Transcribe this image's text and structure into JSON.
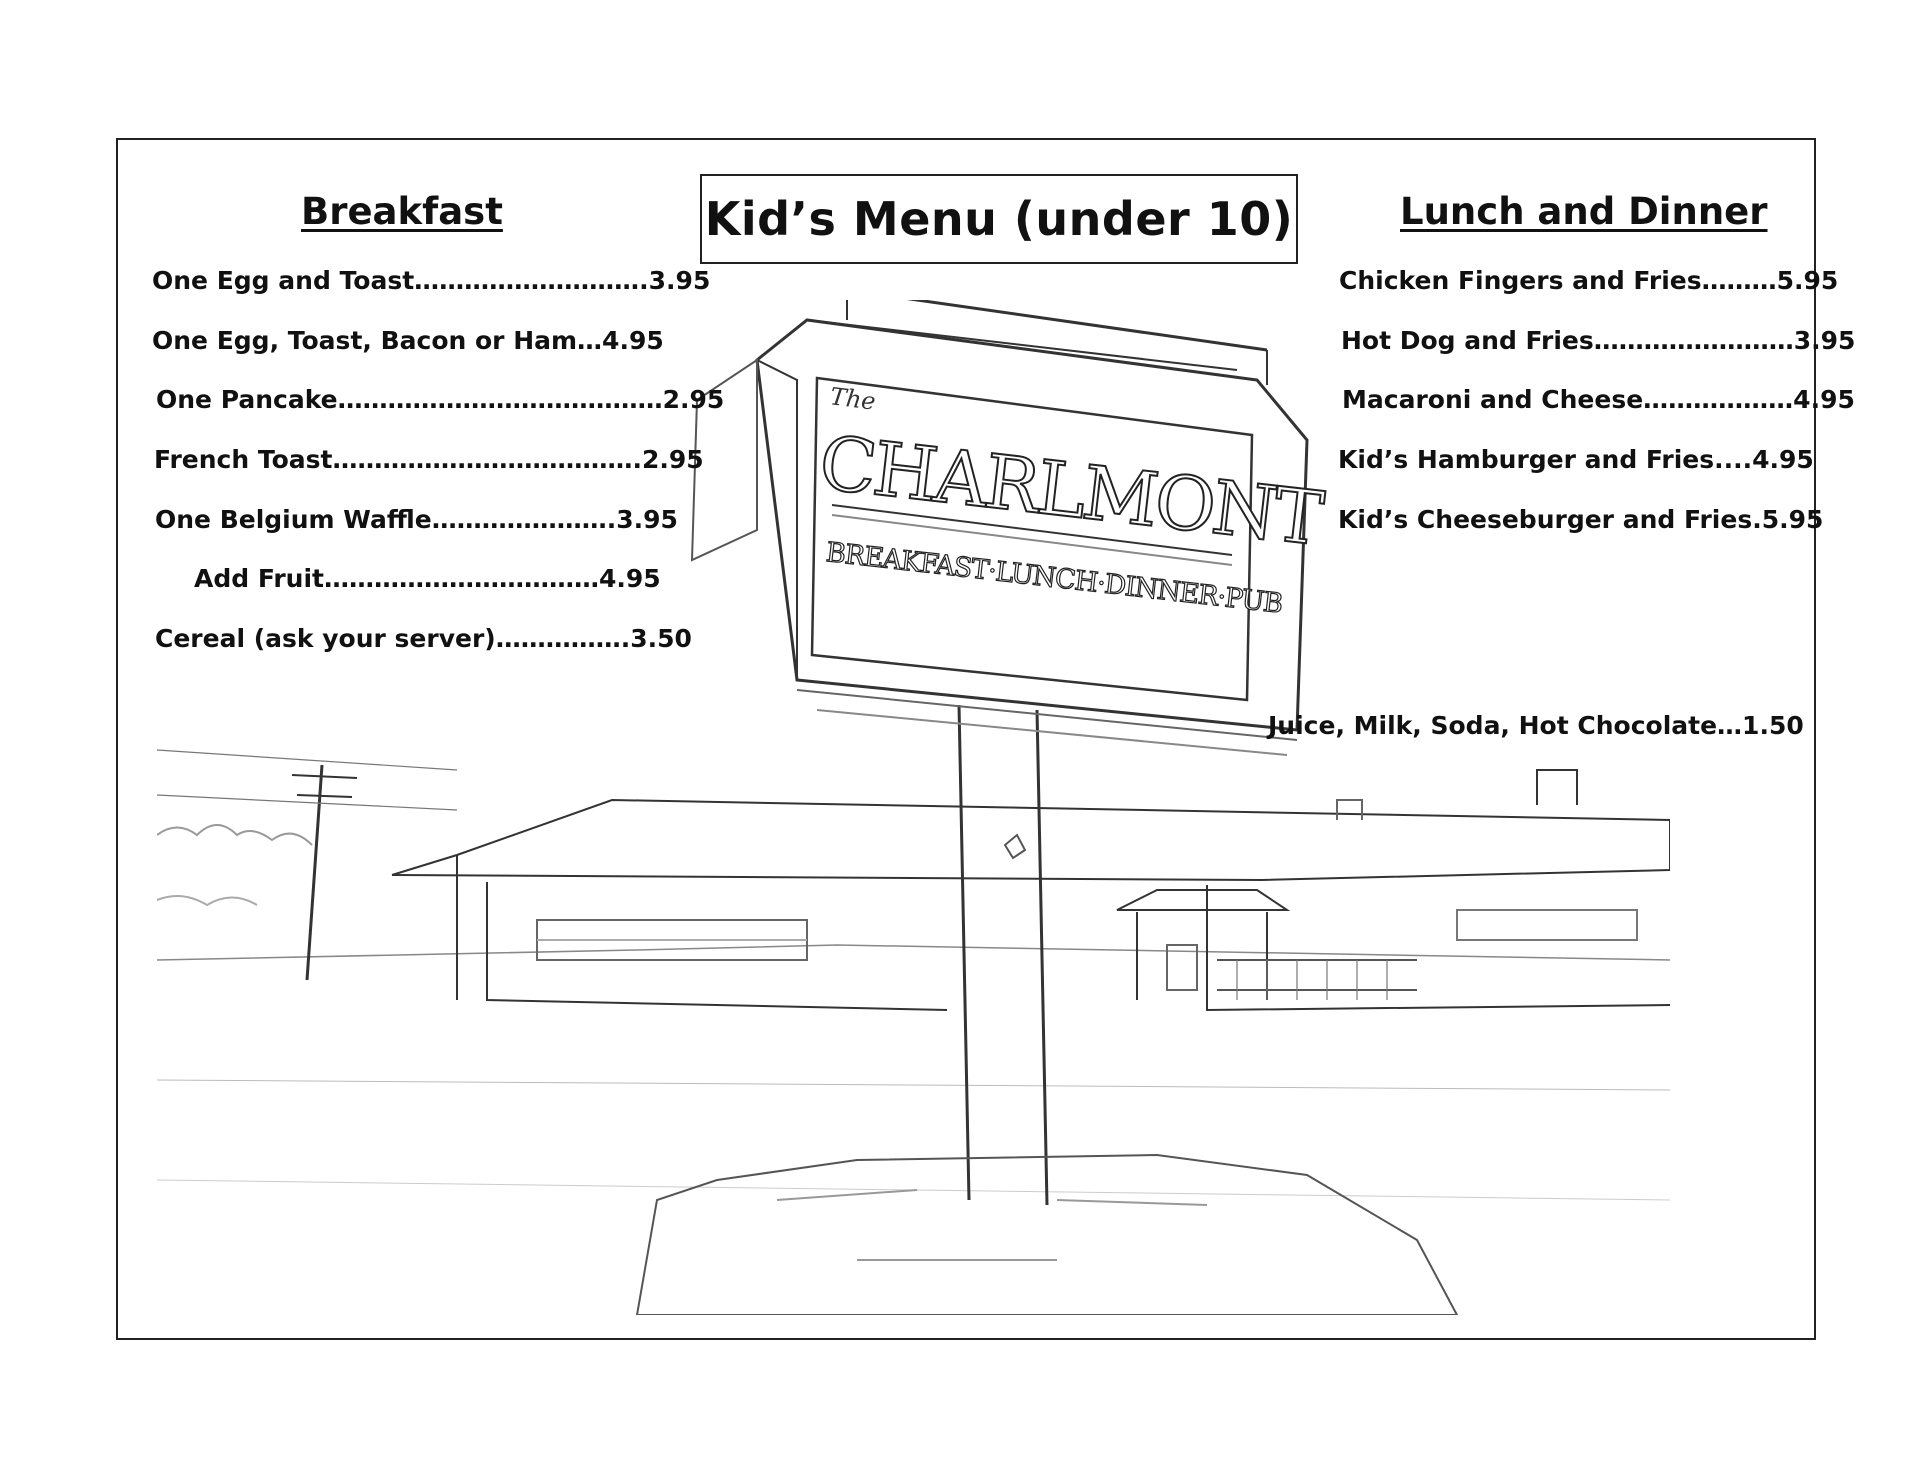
{
  "title": "Kid’s Menu (under 10)",
  "breakfast": {
    "heading": "Breakfast",
    "items": [
      "One Egg and Toast……………………….3.95",
      "One Egg, Toast, Bacon or Ham…4.95",
      "One Pancake…………………………………2.95",
      "French Toast……………………………….2.95",
      "One Belgium Waffle………………….3.95",
      "Add Fruit……………………………4.95",
      "Cereal (ask your server)…………….3.50"
    ]
  },
  "lunch_dinner": {
    "heading": "Lunch and Dinner",
    "items": [
      "Chicken Fingers and Fries………5.95",
      "Hot Dog and Fries……………………3.95",
      "Macaroni and Cheese………………4.95",
      "Kid’s Hamburger and Fries....4.95",
      "Kid’s Cheeseburger and Fries.5.95"
    ]
  },
  "drinks": "Juice, Milk, Soda, Hot Chocolate…1.50",
  "sign": {
    "prefix": "The",
    "name": "CHARLMONT",
    "tagline": "BREAKFAST·LUNCH·DINNER·PUB"
  }
}
